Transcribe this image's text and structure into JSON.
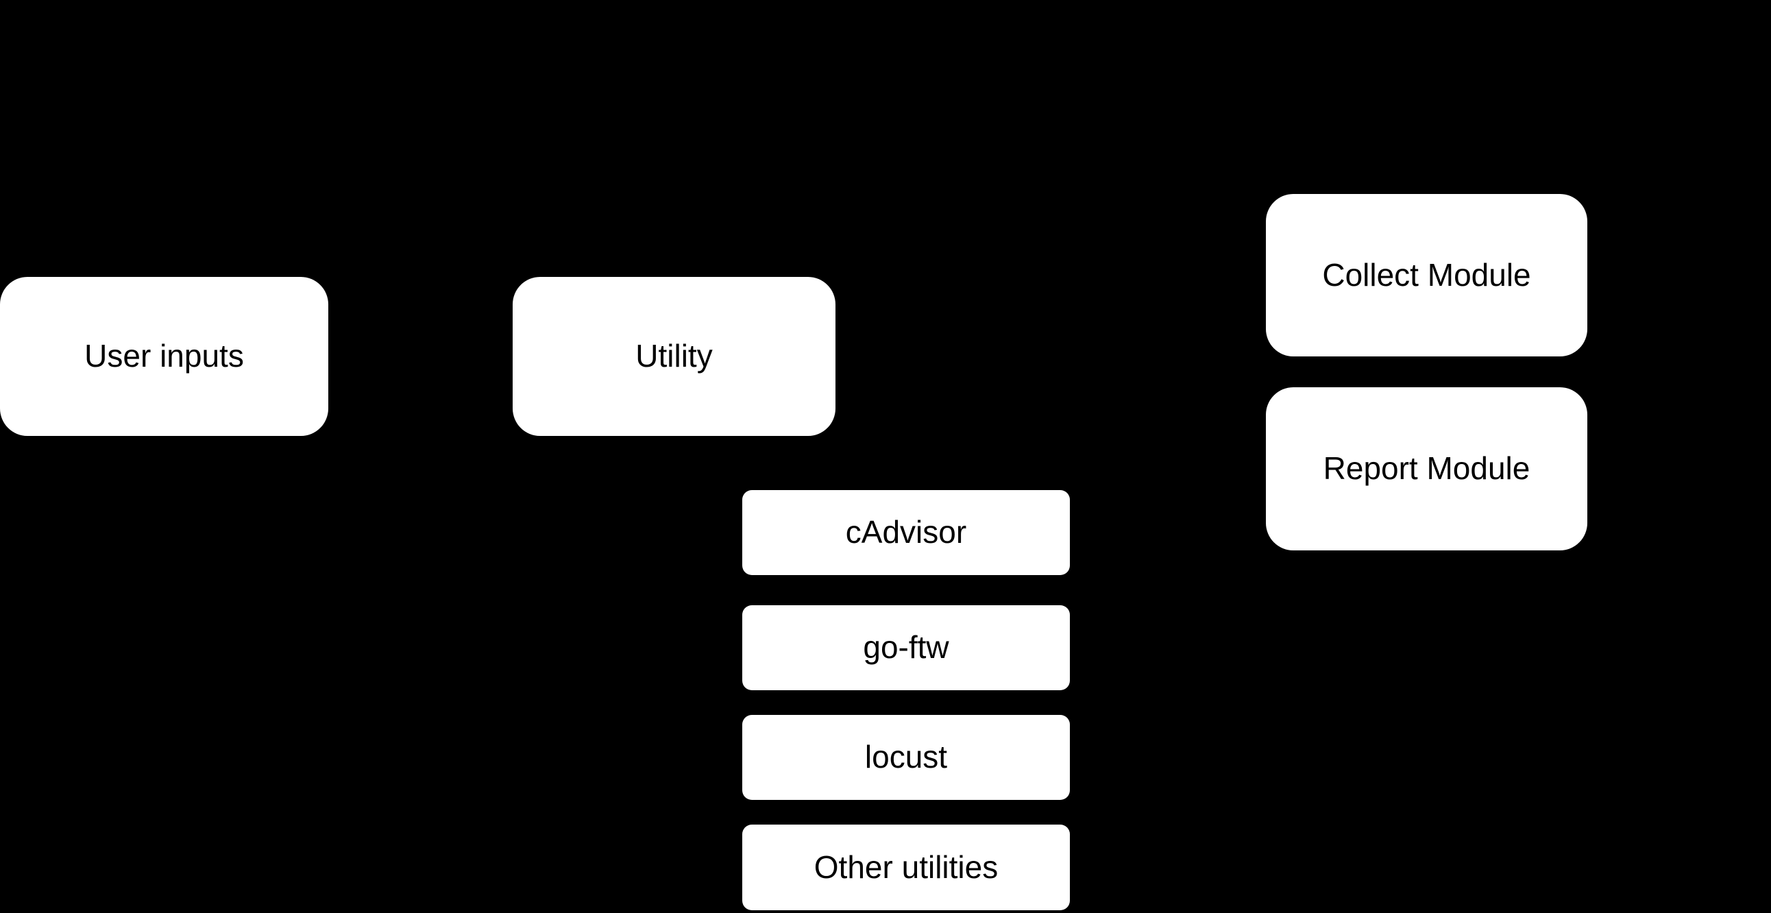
{
  "canvas": {
    "background_color": "#000000",
    "node_fill_color": "#ffffff",
    "node_text_color": "#000000"
  },
  "diagram": {
    "type": "flowchart",
    "nodes": [
      {
        "id": "user-inputs",
        "label": "User inputs",
        "shape": "rounded-rectangle-large"
      },
      {
        "id": "utility",
        "label": "Utility",
        "shape": "rounded-rectangle-large"
      },
      {
        "id": "collect-module",
        "label": "Collect Module",
        "shape": "rounded-rectangle-large"
      },
      {
        "id": "report-module",
        "label": "Report Module",
        "shape": "rounded-rectangle-large"
      },
      {
        "id": "cadvisor",
        "label": "cAdvisor",
        "shape": "rounded-rectangle-small"
      },
      {
        "id": "go-ftw",
        "label": "go-ftw",
        "shape": "rounded-rectangle-small"
      },
      {
        "id": "locust",
        "label": "locust",
        "shape": "rounded-rectangle-small"
      },
      {
        "id": "other-utilities",
        "label": "Other utilities",
        "shape": "rounded-rectangle-small"
      }
    ]
  }
}
